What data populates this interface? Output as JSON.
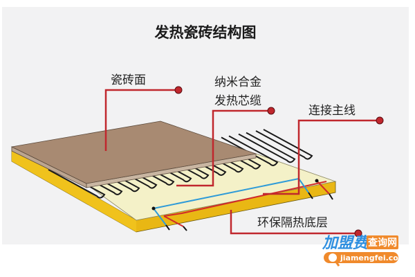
{
  "title": "发热瓷砖结构图",
  "labels": {
    "tile_surface": "瓷砖面",
    "cable_line1": "纳米合金",
    "cable_line2": "发热芯缆",
    "main_wire": "连接主线",
    "insulation": "环保隔热底层"
  },
  "watermark": {
    "brand": "加盟费",
    "badge": "查询网",
    "url": "jiamengfei.com"
  },
  "colors": {
    "tile": "#a88a72",
    "cream": "#f4f1c8",
    "base": "#f0c21c",
    "callout": "#c0272d",
    "wire_blue": "#2f9bd8"
  }
}
